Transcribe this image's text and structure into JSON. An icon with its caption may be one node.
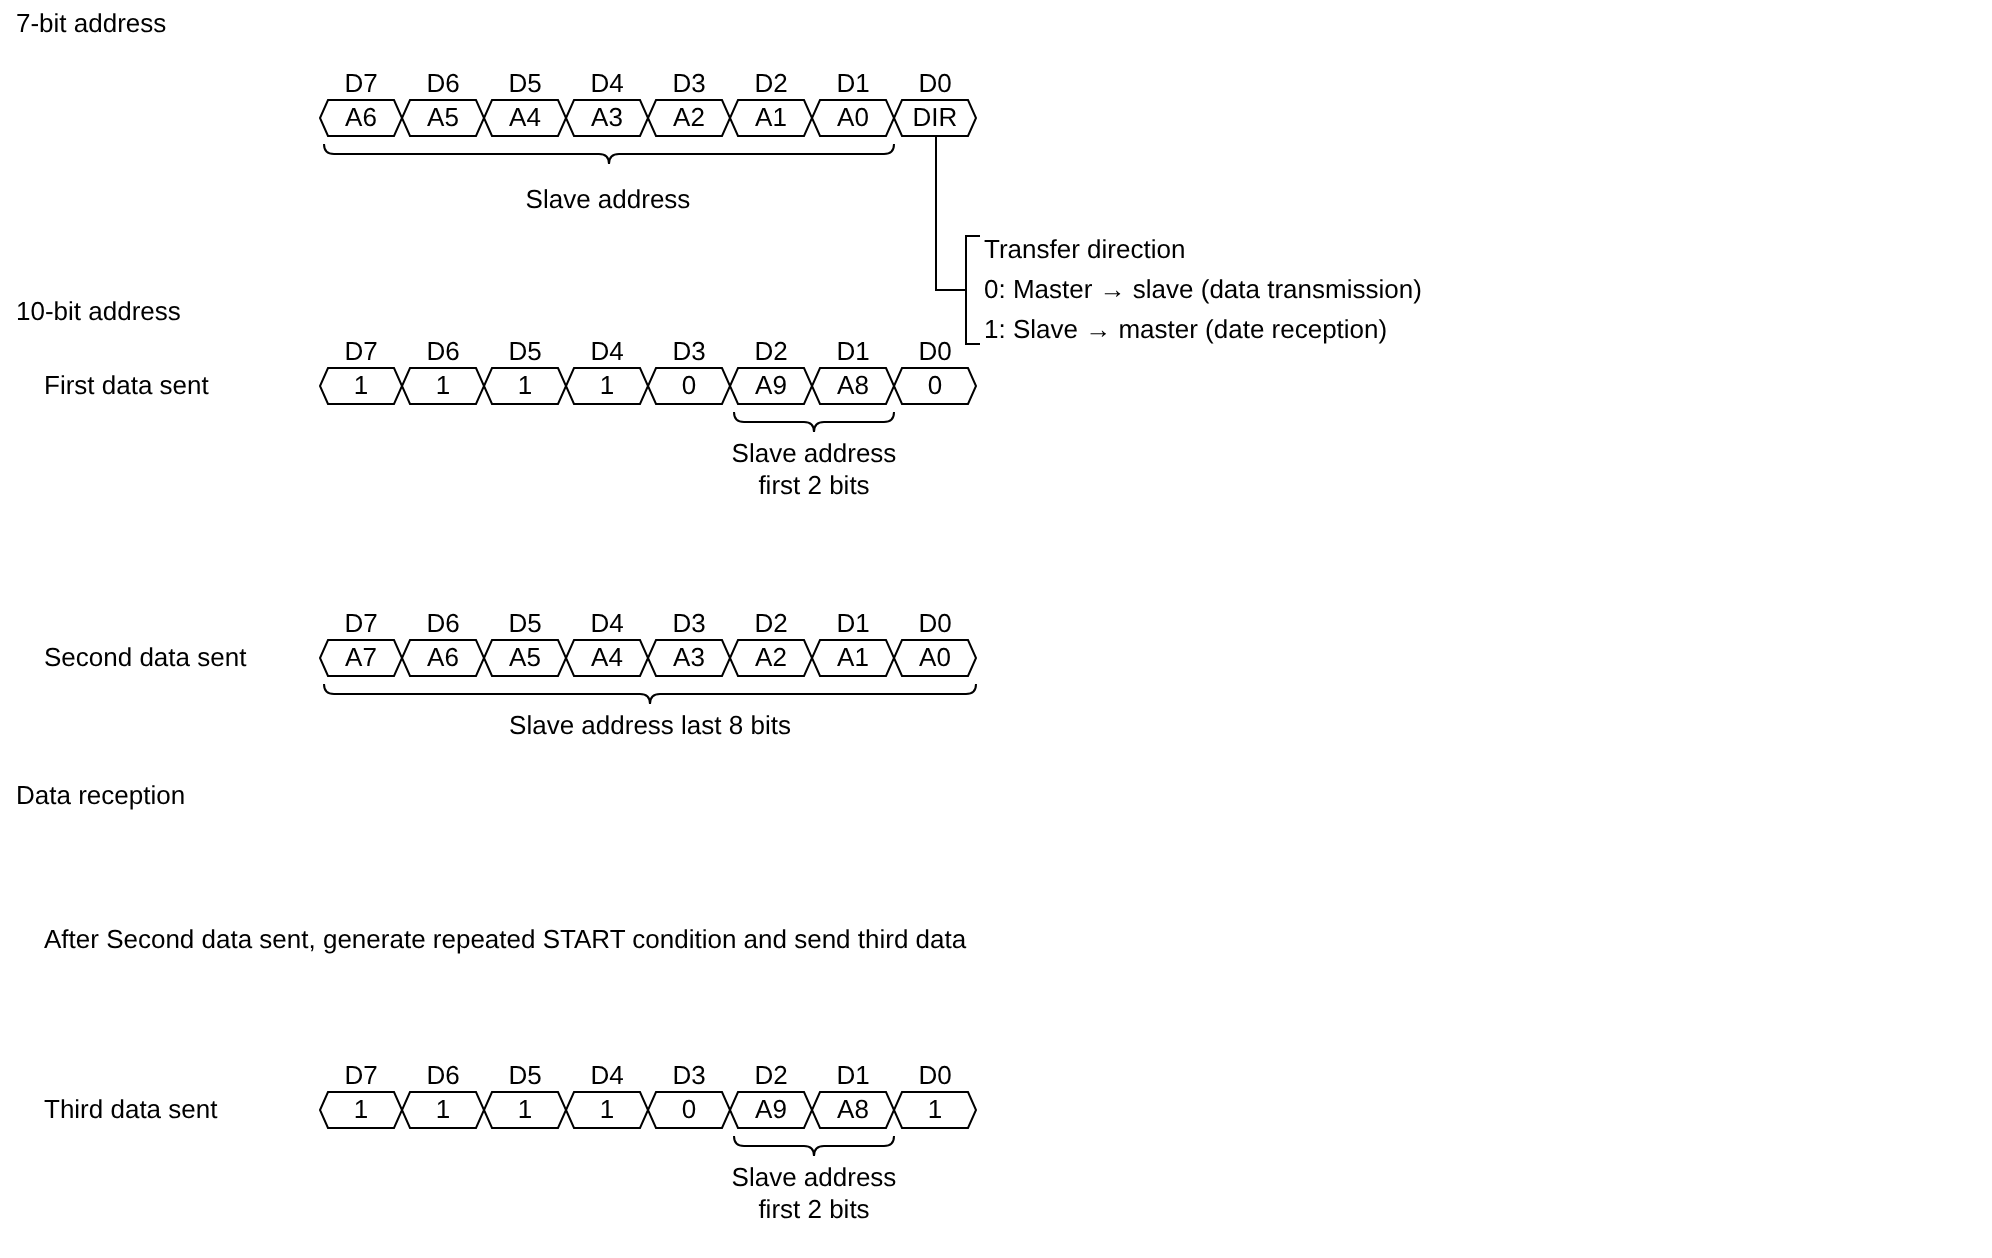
{
  "diagram": {
    "nodes": [
      {
        "text": [
          "A6"
        ]
      },
      {
        "text": [
          "A5"
        ]
      },
      {
        "text": [
          "A4"
        ]
      },
      {
        "text": [
          "A3"
        ]
      },
      {
        "text": [
          "A2"
        ]
      },
      {
        "text": [
          "A1"
        ]
      },
      {
        "text": [
          "A0"
        ]
      },
      {
        "text": [
          "DIR"
        ]
      },
      {
        "text": [
          "1"
        ]
      },
      {
        "text": [
          "1"
        ]
      },
      {
        "text": [
          "1"
        ]
      },
      {
        "text": [
          "1"
        ]
      },
      {
        "text": [
          "0"
        ]
      },
      {
        "text": [
          "A9"
        ]
      },
      {
        "text": [
          "A8"
        ]
      },
      {
        "text": [
          "0"
        ]
      },
      {
        "text": [
          "A7"
        ]
      },
      {
        "text": [
          "A6"
        ]
      },
      {
        "text": [
          "A5"
        ]
      },
      {
        "text": [
          "A4"
        ]
      },
      {
        "text": [
          "A3"
        ]
      },
      {
        "text": [
          "A2"
        ]
      },
      {
        "text": [
          "A1"
        ]
      },
      {
        "text": [
          "A0"
        ]
      },
      {
        "text": [
          "1"
        ]
      },
      {
        "text": [
          "1"
        ]
      },
      {
        "text": [
          "1"
        ]
      },
      {
        "text": [
          "1"
        ]
      },
      {
        "text": [
          "0"
        ]
      },
      {
        "text": [
          "A9"
        ]
      },
      {
        "text": [
          "A8"
        ]
      },
      {
        "text": [
          "1"
        ]
      }
    ],
    "labels": [
      "7-bit address",
      "D7",
      "D6",
      "D5",
      "D4",
      "D3",
      "D2",
      "D1",
      "D0",
      "Slave address",
      "Transfer direction",
      "0: Master → slave (data transmission)",
      "1: Slave → master (date reception)",
      "10-bit address",
      "D7",
      "D6",
      "D5",
      "D4",
      "D3",
      "D2",
      "D1",
      "D0",
      "First data sent",
      "Slave address first 2 bits",
      "D7",
      "D6",
      "D5",
      "D4",
      "D3",
      "D2",
      "D1",
      "D0",
      "Second data sent",
      "Slave address last 8 bits",
      "Data reception",
      "After Second data sent, generate repeated START condition and send third data",
      "D7",
      "D6",
      "D5",
      "D4",
      "D3",
      "D2",
      "D1",
      "D0",
      "Third data sent",
      "Slave address first 2 bits"
    ]
  }
}
